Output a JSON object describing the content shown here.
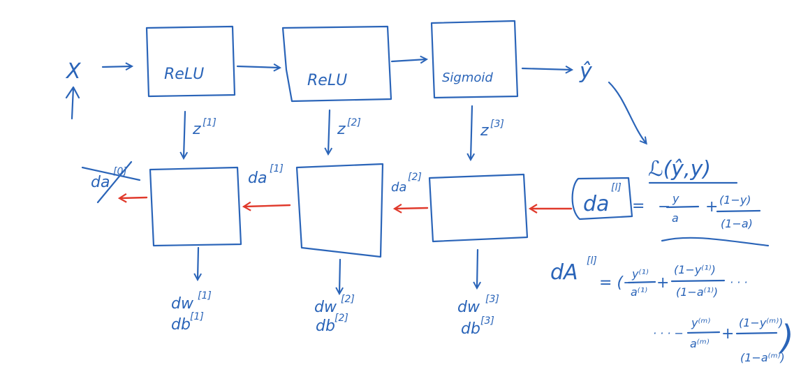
{
  "colors": {
    "ink": "#2a64b8",
    "backward_arrow": "#e0392b",
    "background": "#ffffff"
  },
  "input": "X",
  "output": "ŷ",
  "forward_layers": [
    {
      "label": "ReLU",
      "z": "z",
      "z_sup": "[1]"
    },
    {
      "label": "ReLU",
      "z": "z",
      "z_sup": "[2]"
    },
    {
      "label": "Sigmoid",
      "z": "z",
      "z_sup": "[3]"
    }
  ],
  "loss": "ℒ(ŷ,y)",
  "backward": {
    "da0": {
      "base": "da",
      "sup": "[0]",
      "crossed_out": true
    },
    "da1": {
      "base": "da",
      "sup": "[1]"
    },
    "da2": {
      "base": "da",
      "sup": "[2]"
    },
    "dal": {
      "base": "da",
      "sup": "[l]"
    },
    "grads": [
      {
        "dw": "dw",
        "dw_sup": "[1]",
        "db": "db",
        "db_sup": "[1]"
      },
      {
        "dw": "dw",
        "dw_sup": "[2]",
        "db": "db",
        "db_sup": "[2]"
      },
      {
        "dw": "dw",
        "dw_sup": "[3]",
        "db": "db",
        "db_sup": "[3]"
      }
    ]
  },
  "formula_dal": {
    "eq": "=",
    "minus": "−",
    "num1": "y",
    "den1": "a",
    "plus": "+",
    "num2": "(1−y)",
    "den2": "(1−a)"
  },
  "formula_dA": {
    "base": "dA",
    "sup": "[l]",
    "eq": "= (−",
    "t1_num": "y⁽¹⁾",
    "t1_den": "a⁽¹⁾",
    "plus": "+",
    "t2_num": "(1−y⁽¹⁾)",
    "t2_den": "(1−a⁽¹⁾)",
    "dots": "· · ·",
    "dots2": "· · · −",
    "t3_num": "y⁽ᵐ⁾",
    "t3_den": "a⁽ᵐ⁾",
    "plus2": "+",
    "t4_num": "(1−y⁽ᵐ⁾)",
    "t4_den": "(1−a⁽ᵐ⁾)",
    "close": ")"
  }
}
